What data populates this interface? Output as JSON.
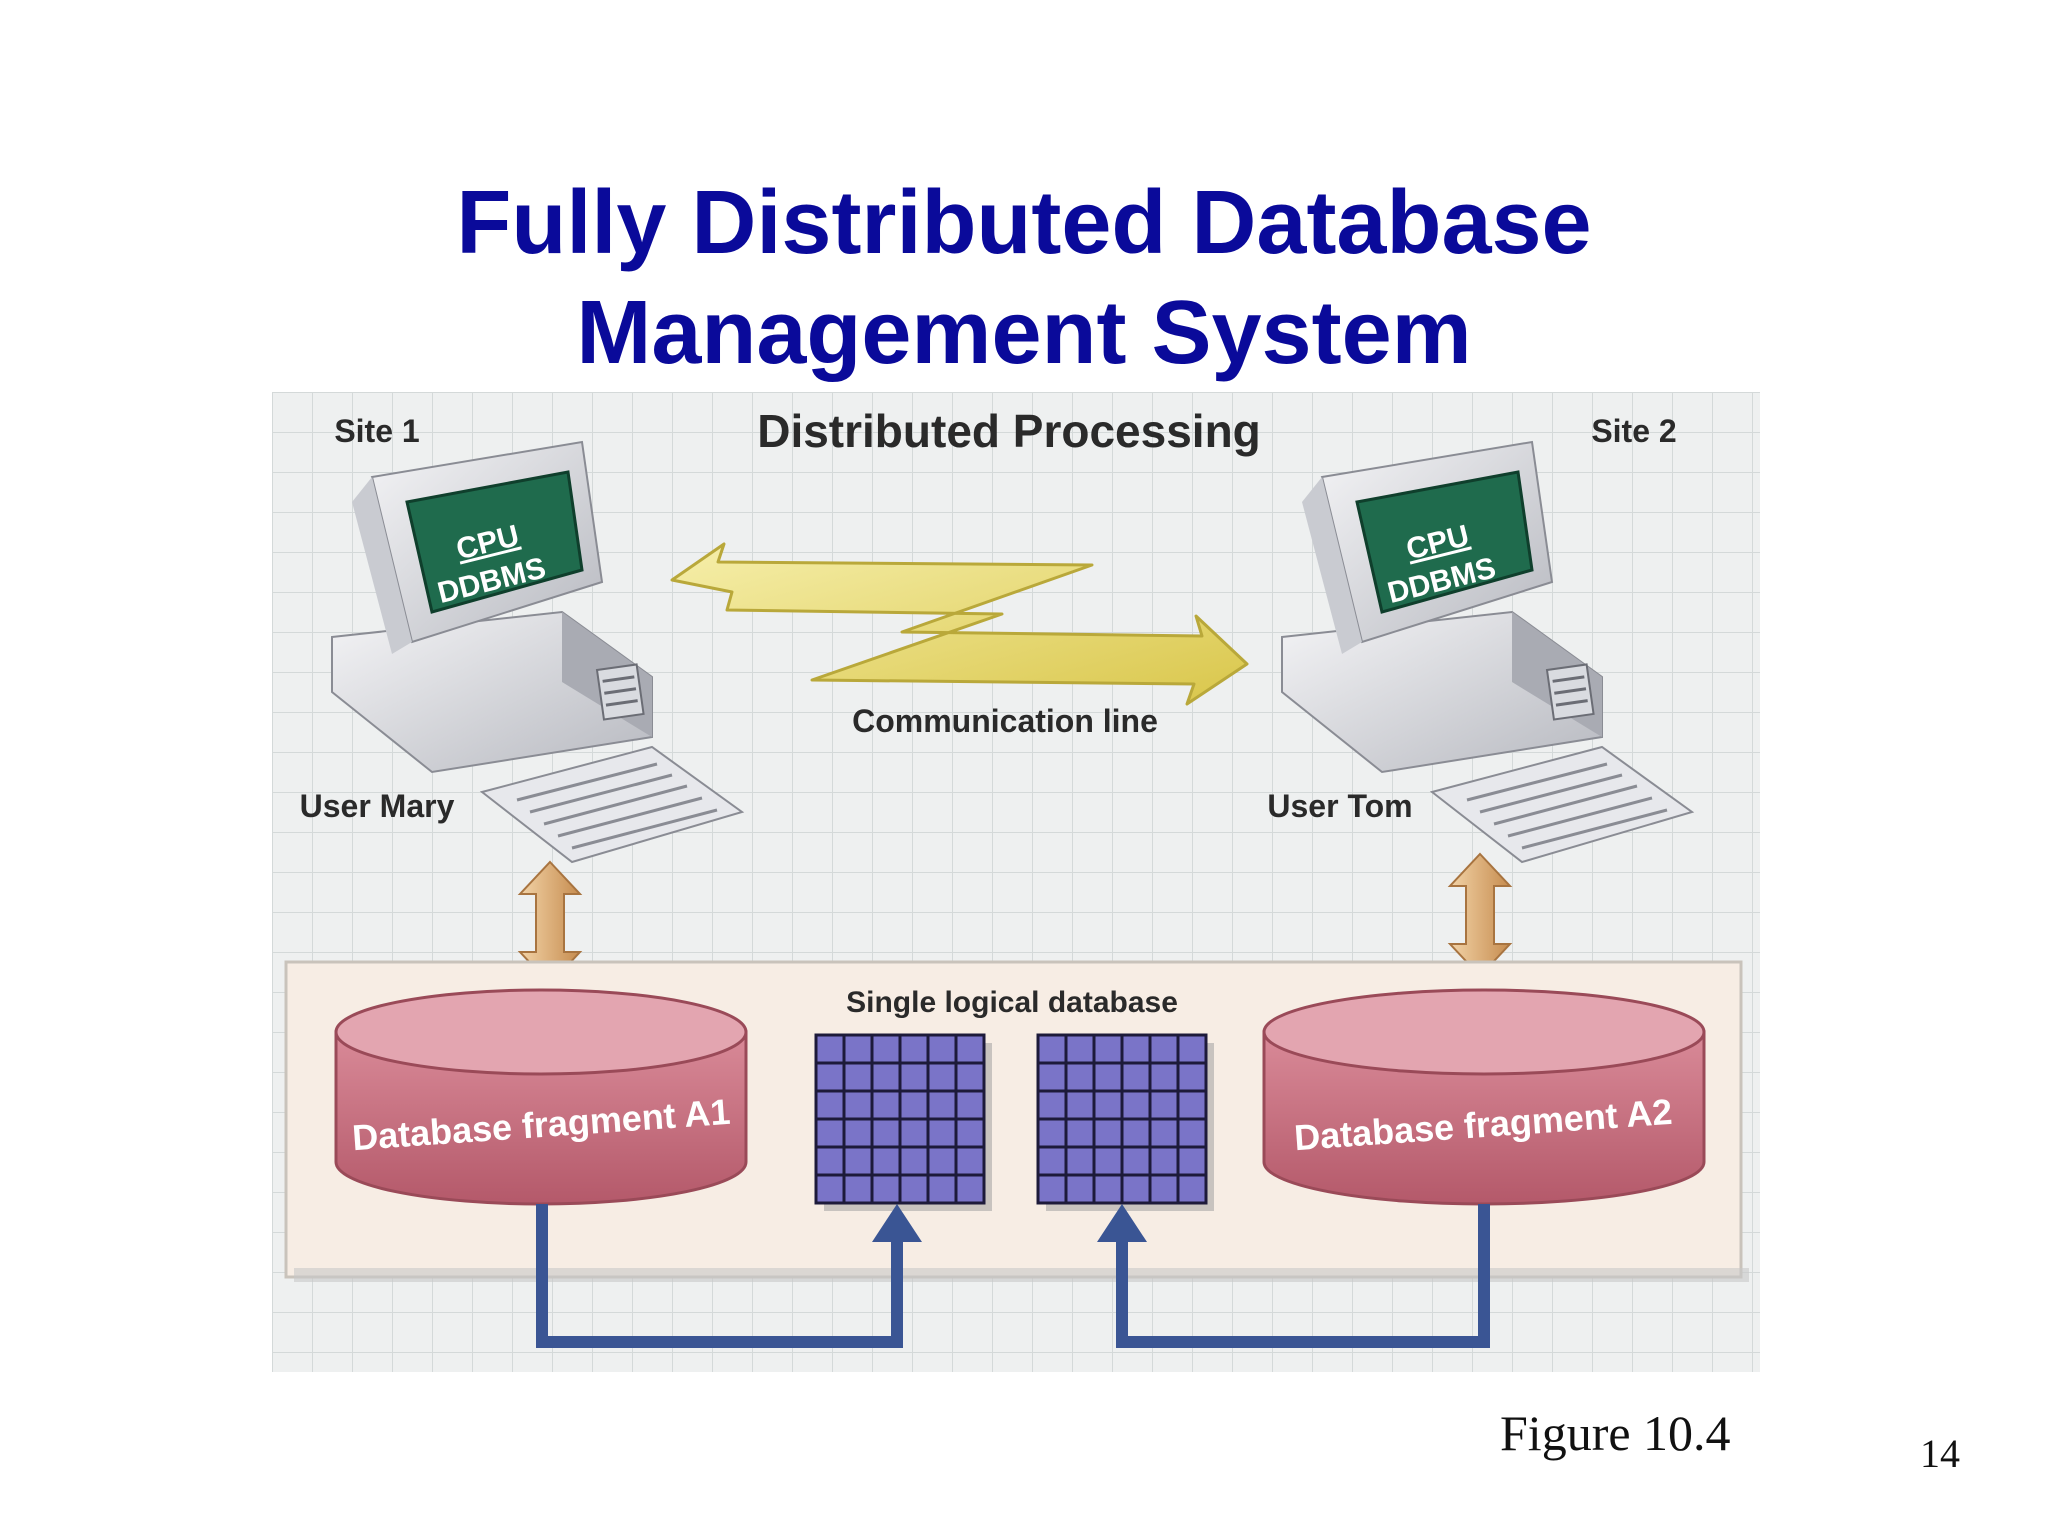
{
  "slide": {
    "title_line1": "Fully Distributed Database",
    "title_line2": "Management System",
    "caption": "Figure 10.4",
    "page_number": "14"
  },
  "diagram": {
    "heading": "Distributed Processing",
    "site_left": {
      "site_label": "Site 1",
      "screen_line1": "CPU",
      "screen_line2": "DDBMS",
      "user_label": "User Mary"
    },
    "site_right": {
      "site_label": "Site 2",
      "screen_line1": "CPU",
      "screen_line2": "DDBMS",
      "user_label": "User Tom"
    },
    "communication_label": "Communication line",
    "database_label": "Single logical database",
    "fragment_left": "Database fragment A1",
    "fragment_right": "Database fragment A2"
  },
  "colors": {
    "title": "#0a0a9a",
    "screen": "#1f6b4d",
    "fragment": "#c86b7b",
    "grid_block": "#7a74c8",
    "data_arrow": "#3a5594",
    "lightning": "#efe27a",
    "updown_arrow": "#e0b27a"
  }
}
